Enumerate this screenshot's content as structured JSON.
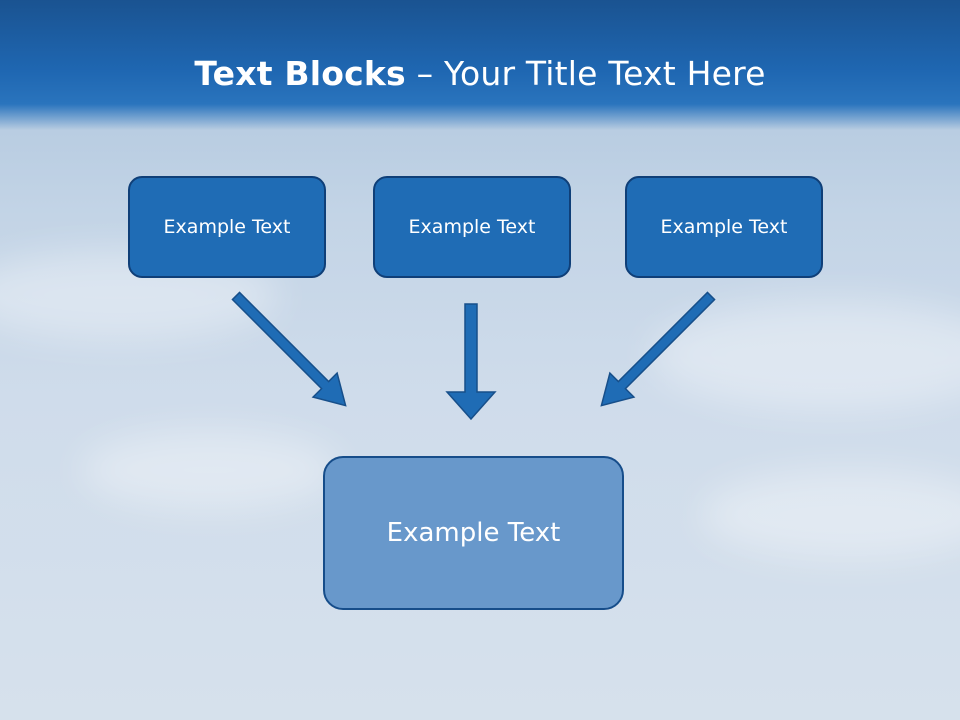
{
  "title": {
    "bold_part": "Text Blocks",
    "separator": " – ",
    "regular_part": "Your Title Text Here"
  },
  "top_boxes": [
    {
      "label": "Example Text"
    },
    {
      "label": "Example Text"
    },
    {
      "label": "Example Text"
    }
  ],
  "bottom_box": {
    "label": "Example Text"
  },
  "colors": {
    "header": "#1f67b2",
    "top_box_fill": "#1f6cb5",
    "bottom_box_fill": "#6898cb",
    "arrow": "#1f6cb5"
  }
}
